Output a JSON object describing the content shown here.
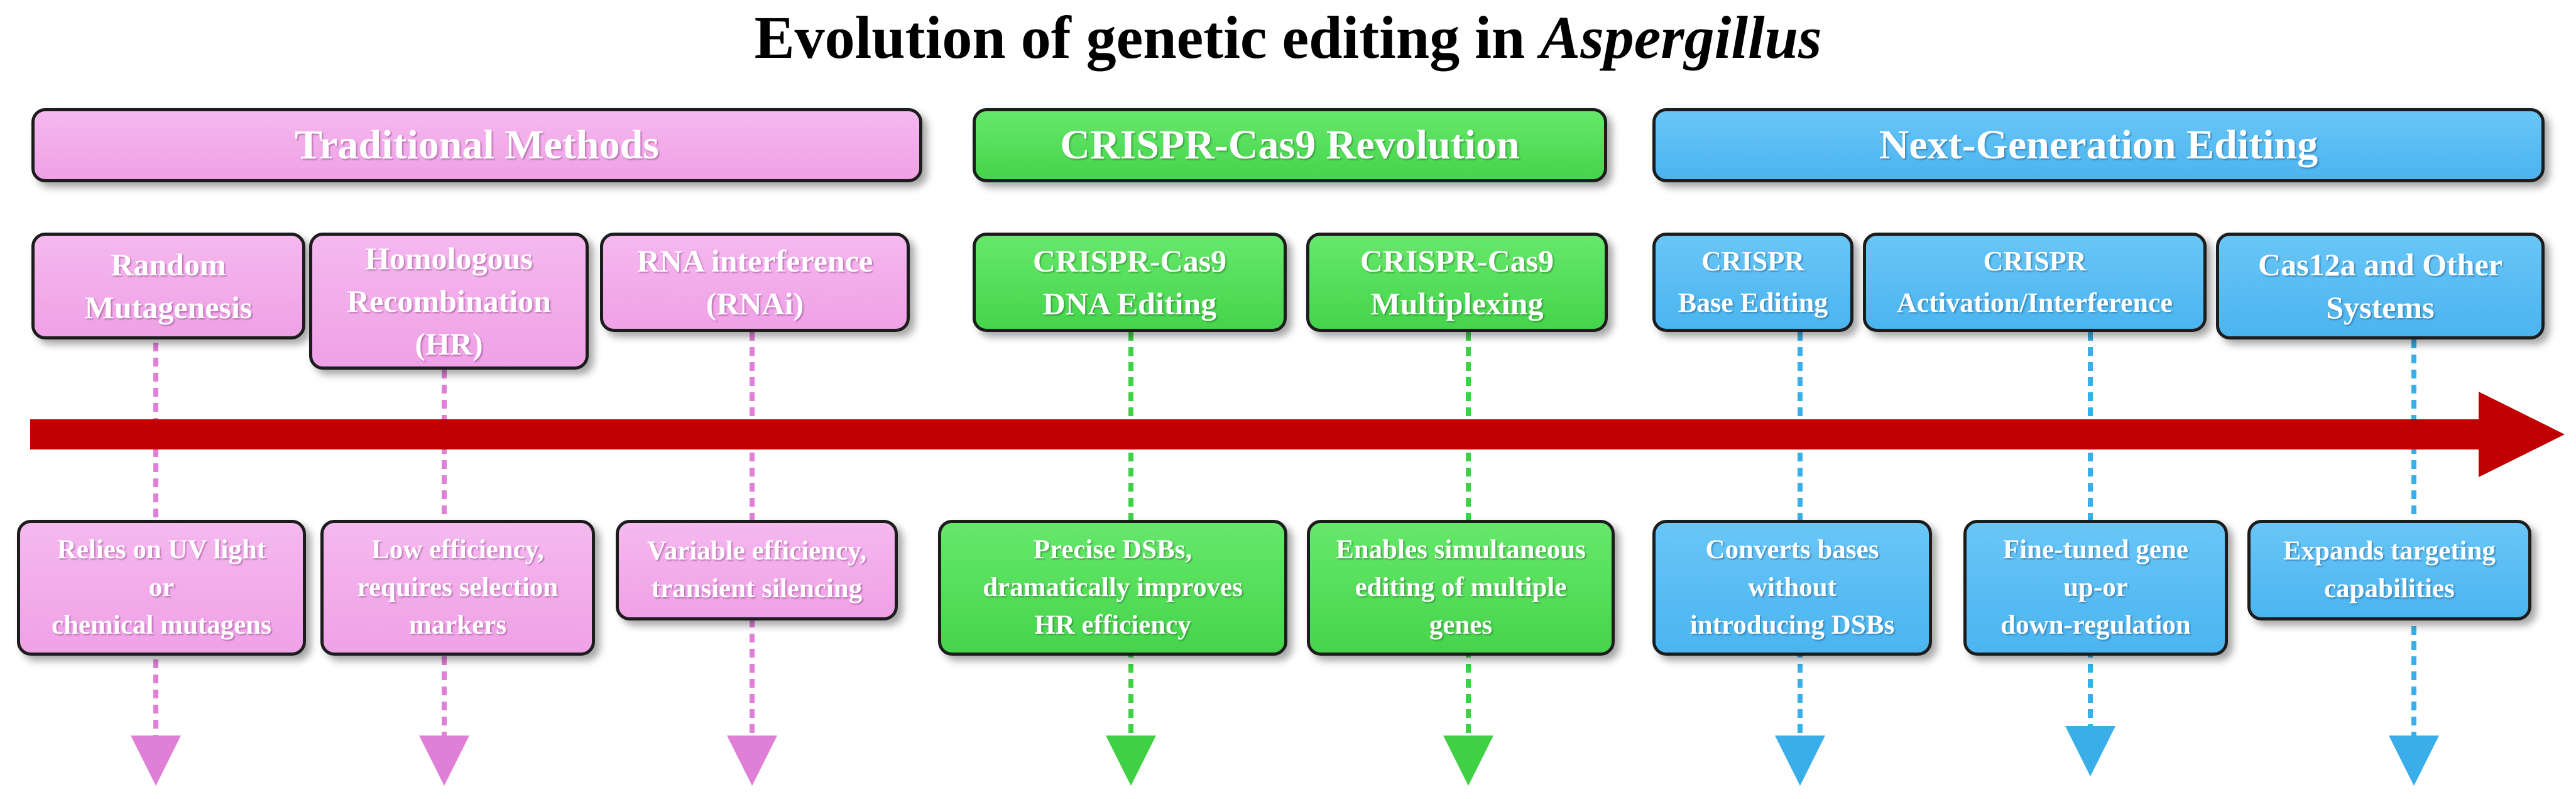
{
  "title": {
    "main": "Evolution of genetic editing in ",
    "italic": "Aspergillus"
  },
  "colors": {
    "pink": "#efa1e6",
    "green": "#46d44c",
    "blue": "#4bb4ef",
    "timeline": "#c00000",
    "border": "#1c1c1c"
  },
  "headers": {
    "traditional": "Traditional Methods",
    "crispr": "CRISPR-Cas9 Revolution",
    "nextgen": "Next-Generation Editing"
  },
  "methods": {
    "random_mutagenesis": "Random\nMutagenesis",
    "homologous_recombination": "Homologous\nRecombination\n(HR)",
    "rnai": "RNA interference\n(RNAi)",
    "cas9_dna_editing": "CRISPR-Cas9\nDNA Editing",
    "cas9_multiplexing": "CRISPR-Cas9\nMultiplexing",
    "base_editing": "CRISPR\nBase Editing",
    "activation_interference": "CRISPR\nActivation/Interference",
    "cas12a": "Cas12a and Other\nSystems"
  },
  "descriptions": {
    "random_mutagenesis": "Relies on UV light\nor\nchemical mutagens",
    "homologous_recombination": "Low efficiency,\nrequires selection\nmarkers",
    "rnai": "Variable efficiency,\ntransient silencing",
    "cas9_dna_editing": "Precise DSBs,\ndramatically improves\nHR efficiency",
    "cas9_multiplexing": "Enables simultaneous\nediting of multiple\ngenes",
    "base_editing": "Converts bases\nwithout\nintroducing DSBs",
    "activation_interference": "Fine-tuned gene\nup-or\ndown-regulation",
    "cas12a": "Expands targeting\ncapabilities"
  }
}
